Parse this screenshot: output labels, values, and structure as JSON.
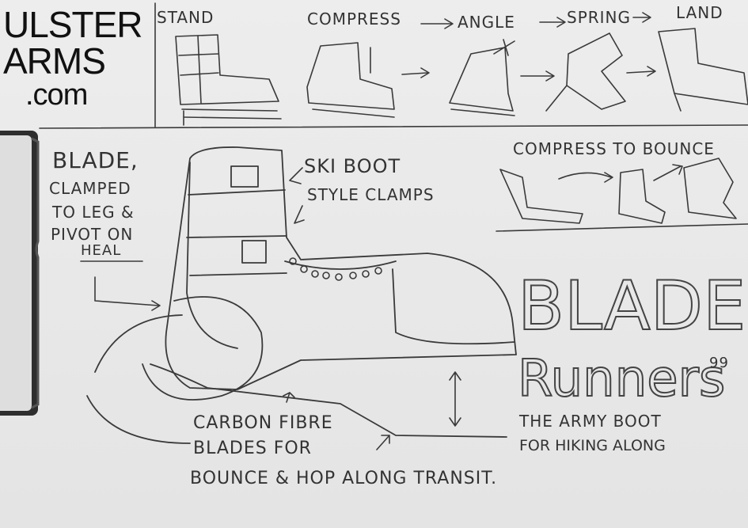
{
  "logo": {
    "line1": "ULSTER",
    "line2": "ARMS",
    "line3": ".com"
  },
  "sequence": {
    "stand": "STAND",
    "compress": "COMPRESS",
    "angle": "ANGLE",
    "spring": "SPRING",
    "land": "LAND"
  },
  "notes": {
    "blade": "BLADE,",
    "clamped": "CLAMPED",
    "to_leg": "TO LEG &",
    "pivot": "PIVOT ON",
    "heal": "HEAL",
    "ski_boot": "SKI BOOT",
    "style_clamps": "STYLE CLAMPS",
    "compress_bounce": "COMPRESS TO BOUNCE",
    "carbon1": "CARBON FIBRE",
    "carbon2": "BLADES FOR",
    "carbon3": "BOUNCE & HOP ALONG TRANSIT."
  },
  "brand": {
    "title1": "BLADE",
    "title2": "Runners",
    "superscript": "99",
    "tag1": "THE ARMY BOOT",
    "tag2": "FOR HIKING ALONG"
  }
}
